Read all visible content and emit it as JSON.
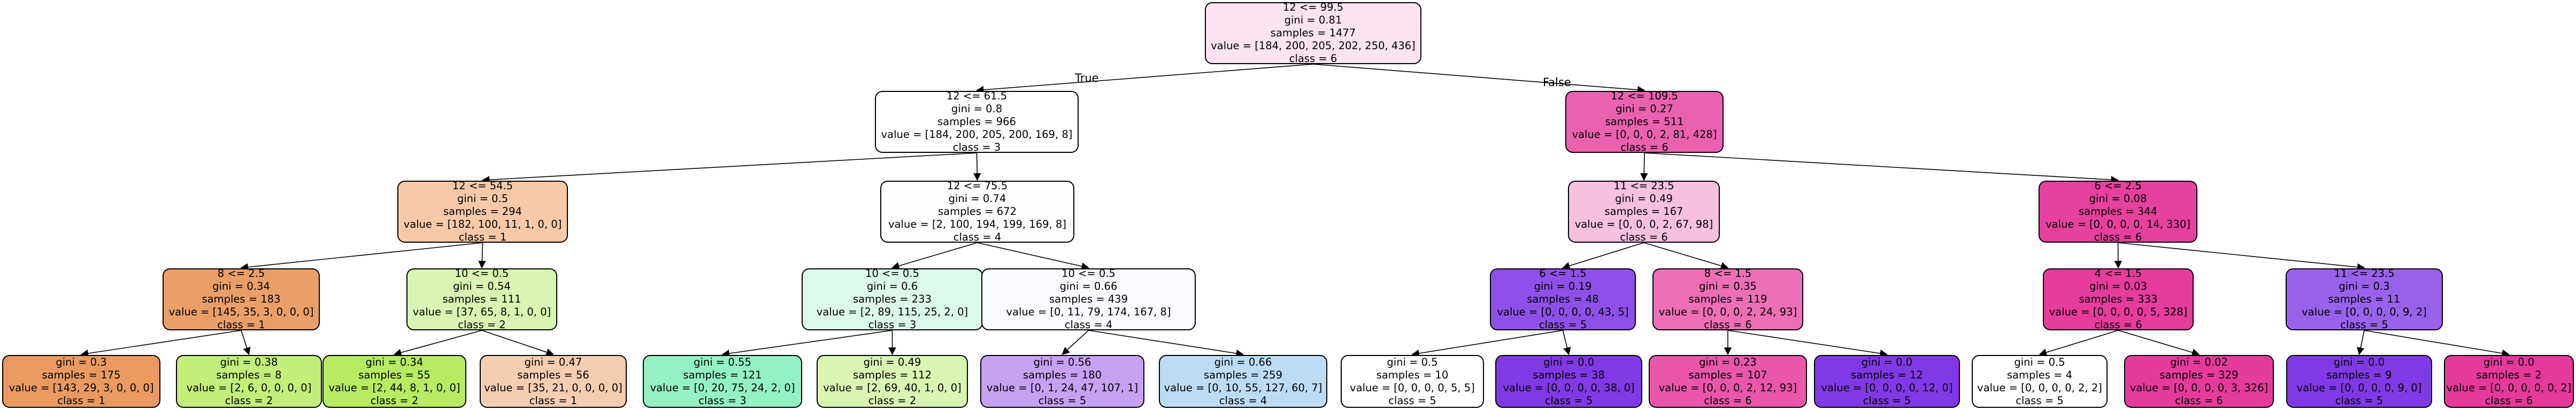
{
  "edge_labels": {
    "true_label": "True",
    "false_label": "False"
  },
  "nodes": [
    {
      "id": "n0",
      "lines": [
        "12 <= 99.5",
        "gini = 0.81",
        "samples = 1477",
        "value = [184, 200, 205, 202, 250, 436]",
        "class = 6"
      ],
      "fill": "#fbe3f1"
    },
    {
      "id": "n1",
      "lines": [
        "12 <= 61.5",
        "gini = 0.8",
        "samples = 966",
        "value = [184, 200, 205, 200, 169, 8]",
        "class = 3"
      ],
      "fill": "#ffffff"
    },
    {
      "id": "n2",
      "lines": [
        "12 <= 54.5",
        "gini = 0.5",
        "samples = 294",
        "value = [182, 100, 11, 1, 0, 0]",
        "class = 1"
      ],
      "fill": "#f6caa9"
    },
    {
      "id": "n3",
      "lines": [
        "8 <= 2.5",
        "gini = 0.34",
        "samples = 183",
        "value = [145, 35, 3, 0, 0, 0]",
        "class = 1"
      ],
      "fill": "#eb9f68"
    },
    {
      "id": "n4",
      "lines": [
        "gini = 0.3",
        "samples = 175",
        "value = [143, 29, 3, 0, 0, 0]",
        "class = 1"
      ],
      "fill": "#ea9a60"
    },
    {
      "id": "n5",
      "lines": [
        "gini = 0.38",
        "samples = 8",
        "value = [2, 6, 0, 0, 0, 0]",
        "class = 2"
      ],
      "fill": "#c2ee7b"
    },
    {
      "id": "n6",
      "lines": [
        "10 <= 0.5",
        "gini = 0.54",
        "samples = 111",
        "value = [37, 65, 8, 1, 0, 0]",
        "class = 2"
      ],
      "fill": "#d8f5b3"
    },
    {
      "id": "n7",
      "lines": [
        "gini = 0.34",
        "samples = 55",
        "value = [2, 44, 8, 1, 0, 0]",
        "class = 2"
      ],
      "fill": "#b6eb62"
    },
    {
      "id": "n8",
      "lines": [
        "gini = 0.47",
        "samples = 56",
        "value = [35, 21, 0, 0, 0, 0]",
        "class = 1"
      ],
      "fill": "#f5cdb1"
    },
    {
      "id": "n9",
      "lines": [
        "12 <= 75.5",
        "gini = 0.74",
        "samples = 672",
        "value = [2, 100, 194, 199, 169, 8]",
        "class = 4"
      ],
      "fill": "#fdfeff"
    },
    {
      "id": "n10",
      "lines": [
        "10 <= 0.5",
        "gini = 0.6",
        "samples = 233",
        "value = [2, 89, 115, 25, 2, 0]",
        "class = 3"
      ],
      "fill": "#dcfaeb"
    },
    {
      "id": "n11",
      "lines": [
        "gini = 0.55",
        "samples = 121",
        "value = [0, 20, 75, 24, 2, 0]",
        "class = 3"
      ],
      "fill": "#94f1c3"
    },
    {
      "id": "n12",
      "lines": [
        "gini = 0.49",
        "samples = 112",
        "value = [2, 69, 40, 1, 0, 0]",
        "class = 2"
      ],
      "fill": "#d9f5b4"
    },
    {
      "id": "n13",
      "lines": [
        "10 <= 0.5",
        "gini = 0.66",
        "samples = 439",
        "value = [0, 11, 79, 174, 167, 8]",
        "class = 4"
      ],
      "fill": "#f9fbfe"
    },
    {
      "id": "n14",
      "lines": [
        "gini = 0.56",
        "samples = 180",
        "value = [0, 1, 24, 47, 107, 1]",
        "class = 5"
      ],
      "fill": "#c5a2f2"
    },
    {
      "id": "n15",
      "lines": [
        "gini = 0.66",
        "samples = 259",
        "value = [0, 10, 55, 127, 60, 7]",
        "class = 4"
      ],
      "fill": "#bcdcf6"
    },
    {
      "id": "n16",
      "lines": [
        "12 <= 109.5",
        "gini = 0.27",
        "samples = 511",
        "value = [0, 0, 0, 2, 81, 428]",
        "class = 6"
      ],
      "fill": "#ea61b0"
    },
    {
      "id": "n17",
      "lines": [
        "11 <= 23.5",
        "gini = 0.49",
        "samples = 167",
        "value = [0, 0, 0, 2, 67, 98]",
        "class = 6"
      ],
      "fill": "#f6c0df"
    },
    {
      "id": "n18",
      "lines": [
        "6 <= 1.5",
        "gini = 0.19",
        "samples = 48",
        "value = [0, 0, 0, 0, 43, 5]",
        "class = 5"
      ],
      "fill": "#8e50e8"
    },
    {
      "id": "n19",
      "lines": [
        "gini = 0.5",
        "samples = 10",
        "value = [0, 0, 0, 0, 5, 5]",
        "class = 5"
      ],
      "fill": "#ffffff"
    },
    {
      "id": "n20",
      "lines": [
        "gini = 0.0",
        "samples = 38",
        "value = [0, 0, 0, 0, 38, 0]",
        "class = 5"
      ],
      "fill": "#8139e5"
    },
    {
      "id": "n21",
      "lines": [
        "8 <= 1.5",
        "gini = 0.35",
        "samples = 119",
        "value = [0, 0, 0, 2, 24, 93]",
        "class = 6"
      ],
      "fill": "#ec6fb7"
    },
    {
      "id": "n22",
      "lines": [
        "gini = 0.23",
        "samples = 107",
        "value = [0, 0, 0, 2, 12, 93]",
        "class = 6"
      ],
      "fill": "#e956ab"
    },
    {
      "id": "n23",
      "lines": [
        "gini = 0.0",
        "samples = 12",
        "value = [0, 0, 0, 0, 12, 0]",
        "class = 5"
      ],
      "fill": "#8139e5"
    },
    {
      "id": "n24",
      "lines": [
        "6 <= 2.5",
        "gini = 0.08",
        "samples = 344",
        "value = [0, 0, 0, 0, 14, 330]",
        "class = 6"
      ],
      "fill": "#e6419f"
    },
    {
      "id": "n25",
      "lines": [
        "4 <= 1.5",
        "gini = 0.03",
        "samples = 333",
        "value = [0, 0, 0, 0, 5, 328]",
        "class = 6"
      ],
      "fill": "#e53c9d"
    },
    {
      "id": "n26",
      "lines": [
        "gini = 0.5",
        "samples = 4",
        "value = [0, 0, 0, 0, 2, 2]",
        "class = 5"
      ],
      "fill": "#ffffff"
    },
    {
      "id": "n27",
      "lines": [
        "gini = 0.02",
        "samples = 329",
        "value = [0, 0, 0, 0, 3, 326]",
        "class = 6"
      ],
      "fill": "#e53b9c"
    },
    {
      "id": "n28",
      "lines": [
        "11 <= 23.5",
        "gini = 0.3",
        "samples = 11",
        "value = [0, 0, 0, 0, 9, 2]",
        "class = 5"
      ],
      "fill": "#9a61eb"
    },
    {
      "id": "n29",
      "lines": [
        "gini = 0.0",
        "samples = 9",
        "value = [0, 0, 0, 0, 9, 0]",
        "class = 5"
      ],
      "fill": "#8139e5"
    },
    {
      "id": "n30",
      "lines": [
        "gini = 0.0",
        "samples = 2",
        "value = [0, 0, 0, 0, 0, 2]",
        "class = 6"
      ],
      "fill": "#e5399b"
    }
  ],
  "edges": [
    [
      "n0",
      "n1"
    ],
    [
      "n0",
      "n16"
    ],
    [
      "n1",
      "n2"
    ],
    [
      "n1",
      "n9"
    ],
    [
      "n2",
      "n3"
    ],
    [
      "n2",
      "n6"
    ],
    [
      "n3",
      "n4"
    ],
    [
      "n3",
      "n5"
    ],
    [
      "n6",
      "n7"
    ],
    [
      "n6",
      "n8"
    ],
    [
      "n9",
      "n10"
    ],
    [
      "n9",
      "n13"
    ],
    [
      "n10",
      "n11"
    ],
    [
      "n10",
      "n12"
    ],
    [
      "n13",
      "n14"
    ],
    [
      "n13",
      "n15"
    ],
    [
      "n16",
      "n17"
    ],
    [
      "n16",
      "n24"
    ],
    [
      "n17",
      "n18"
    ],
    [
      "n17",
      "n21"
    ],
    [
      "n18",
      "n19"
    ],
    [
      "n18",
      "n20"
    ],
    [
      "n21",
      "n22"
    ],
    [
      "n21",
      "n23"
    ],
    [
      "n24",
      "n25"
    ],
    [
      "n24",
      "n28"
    ],
    [
      "n25",
      "n26"
    ],
    [
      "n25",
      "n27"
    ],
    [
      "n28",
      "n29"
    ],
    [
      "n28",
      "n30"
    ]
  ]
}
